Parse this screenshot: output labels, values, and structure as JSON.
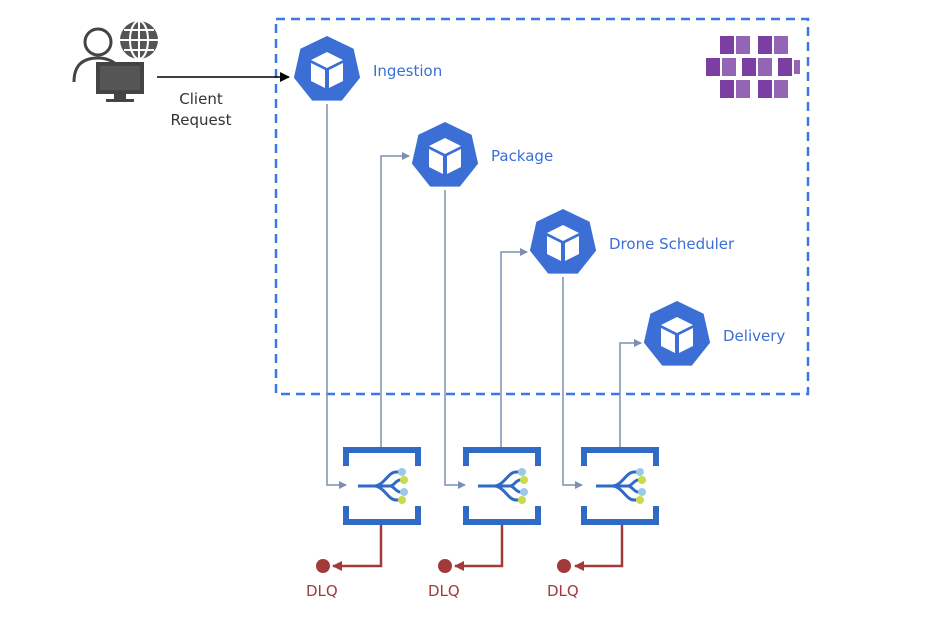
{
  "client": {
    "line1": "Client",
    "line2": "Request",
    "icon": "user-computer-globe-icon"
  },
  "services": [
    {
      "label": "Ingestion"
    },
    {
      "label": "Package"
    },
    {
      "label": "Drone Scheduler"
    },
    {
      "label": "Delivery"
    }
  ],
  "dlq": [
    {
      "label": "DLQ"
    },
    {
      "label": "DLQ"
    },
    {
      "label": "DLQ"
    }
  ],
  "cluster_icon": "kubernetes-cluster-icon",
  "colors": {
    "boundary": "#3b78e7",
    "service": "#3b6fd6",
    "arrow": "#7d8fb0",
    "event_hub": "#2f6bc4",
    "dlq": "#a33a3a",
    "cluster": "#7b3fa3"
  }
}
